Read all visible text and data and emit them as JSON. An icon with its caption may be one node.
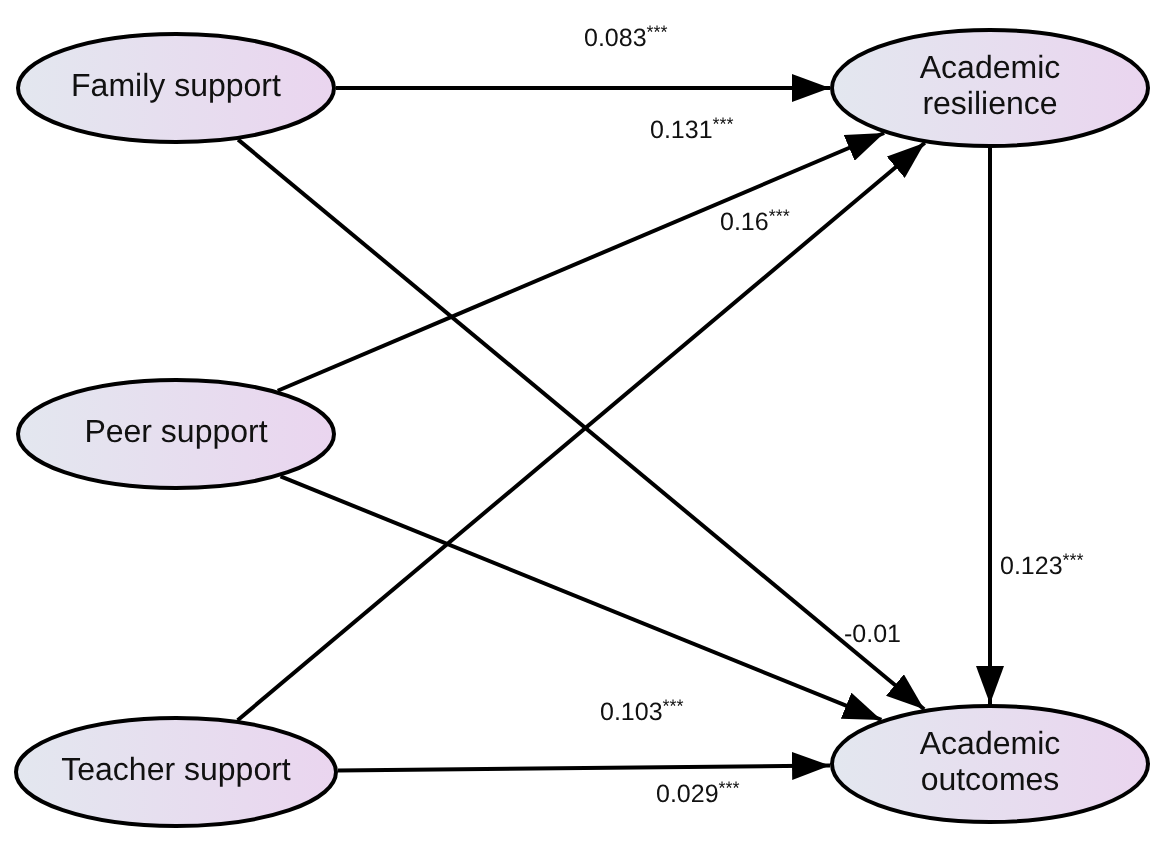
{
  "diagram": {
    "nodes": [
      {
        "text": [
          "Family support"
        ]
      },
      {
        "text": [
          "Peer support"
        ]
      },
      {
        "text": [
          "Teacher support"
        ]
      },
      {
        "text": [
          "Academic resilience"
        ]
      },
      {
        "text": [
          "Academic outcomes"
        ]
      }
    ],
    "edges": [
      {
        "from": 0,
        "to": 3,
        "arrow": "to",
        "label": "0.083$^{***}$"
      },
      {
        "from": 1,
        "to": 3,
        "arrow": "to",
        "label": "0.131$^{***}$"
      },
      {
        "from": 2,
        "to": 3,
        "arrow": "to",
        "label": "0.16$^{***}$"
      },
      {
        "from": 3,
        "to": 4,
        "arrow": "to",
        "label": "0.123$^{***}$"
      },
      {
        "from": 0,
        "to": 4,
        "arrow": "to",
        "label": "-0.01"
      },
      {
        "from": 1,
        "to": 4,
        "arrow": "to",
        "label": "0.103$^{***}$"
      },
      {
        "from": 2,
        "to": 4,
        "arrow": "to",
        "label": "0.029$^{***}$"
      }
    ]
  }
}
